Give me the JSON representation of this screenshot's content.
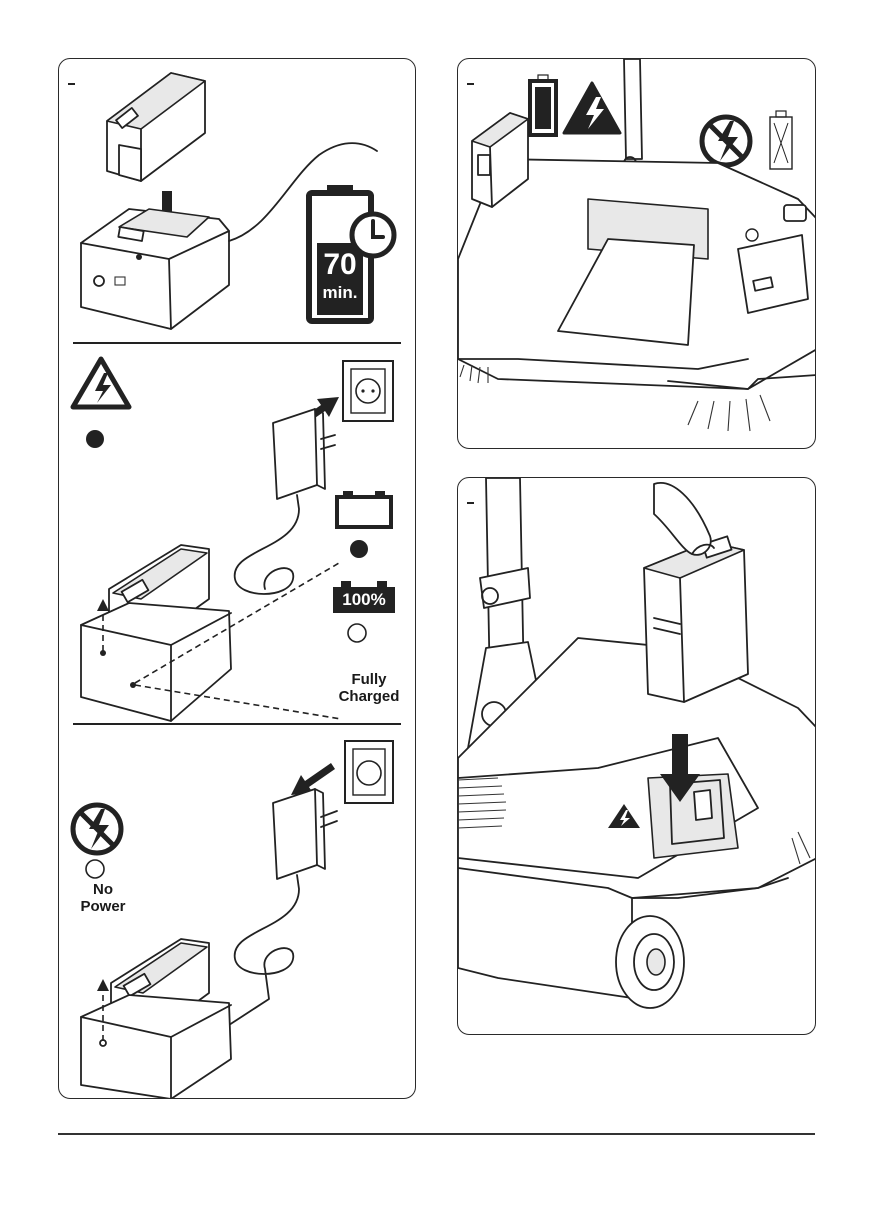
{
  "charge_time": {
    "value": "70",
    "unit": "min."
  },
  "led_full": {
    "battery_text": "100%",
    "caption_line1": "Fully",
    "caption_line2": "Charged"
  },
  "led_off": {
    "caption_line1": "No",
    "caption_line2": "Power"
  },
  "icons": {
    "electric_hazard": "lightning-warning-triangle",
    "no_power": "crossed-lightning-circle",
    "battery_charging": "battery-outline",
    "battery_full": "battery-full",
    "clock": "clock",
    "socket": "wall-socket",
    "adapter": "power-adapter"
  },
  "colors": {
    "line": "#222222",
    "background": "#ffffff"
  }
}
